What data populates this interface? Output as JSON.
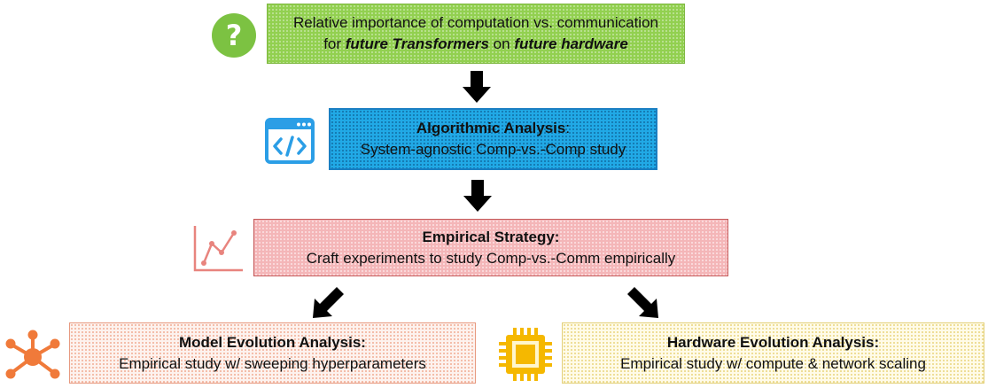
{
  "question_box": {
    "line1": "Relative importance of computation vs. communication",
    "line2_pre": "for ",
    "line2_em1": "future Transformers",
    "line2_mid": " on ",
    "line2_em2": "future hardware"
  },
  "algorithmic_box": {
    "title": "Algorithmic Analysis",
    "title_suffix": ":",
    "subtitle": "System-agnostic Comp-vs.-Comp study"
  },
  "empirical_box": {
    "title": "Empirical Strategy:",
    "subtitle": "Craft experiments to study Comp-vs.-Comm empirically"
  },
  "model_box": {
    "title": "Model Evolution Analysis:",
    "subtitle": "Empirical study w/ sweeping hyperparameters"
  },
  "hardware_box": {
    "title": "Hardware Evolution Analysis:",
    "subtitle": "Empirical study w/ compute & network scaling"
  },
  "icons": {
    "question": "question-mark-circle-icon",
    "code": "code-window-icon",
    "chart": "line-chart-icon",
    "network": "network-nodes-icon",
    "chip": "cpu-chip-icon"
  },
  "colors": {
    "green": "#92d050",
    "blue": "#21a9e6",
    "pink": "#f4b6b8",
    "peach": "#e8795a",
    "yellow": "#f5b800",
    "arrow": "#000000"
  }
}
